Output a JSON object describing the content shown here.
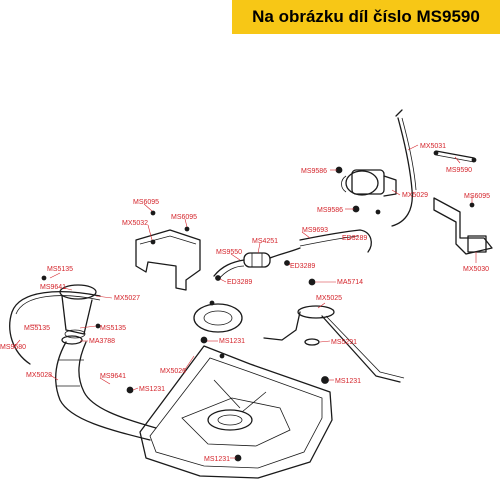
{
  "banner": {
    "text": "Na obrázku díl číslo MS9590"
  },
  "labels": {
    "mx5031": "MX5031",
    "ms9586a": "MS9586",
    "mx5029": "MX5029",
    "ms9586b": "MS9586",
    "ms9590": "MS9590",
    "ms6095a": "MS6095",
    "mx5030": "MX5030",
    "ms6095b": "MS6095",
    "ms6095c": "MS6095",
    "mx5032": "MX5032",
    "ms9693": "MS9693",
    "ed3289a": "ED3289",
    "ms4251": "MS4251",
    "ms9550": "MS9550",
    "ed3289b": "ED3289",
    "ed3289c": "ED3289",
    "ma5714": "MA5714",
    "ms5135a": "MS5135",
    "ms9641a": "MS9641",
    "mx5027": "MX5027",
    "mx5025": "MX5025",
    "ms5135b": "MS5135",
    "ms5135c": "MS5135",
    "ms9580": "MS9580",
    "ma3788": "MA3788",
    "ms1231a": "MS1231",
    "ms5291": "MS5291",
    "mx5028": "MX5028",
    "mx5026": "MX5026",
    "ms9641b": "MS9641",
    "ms1231b": "MS1231",
    "ms1231c": "MS1231",
    "ms1231d": "MS1231"
  }
}
